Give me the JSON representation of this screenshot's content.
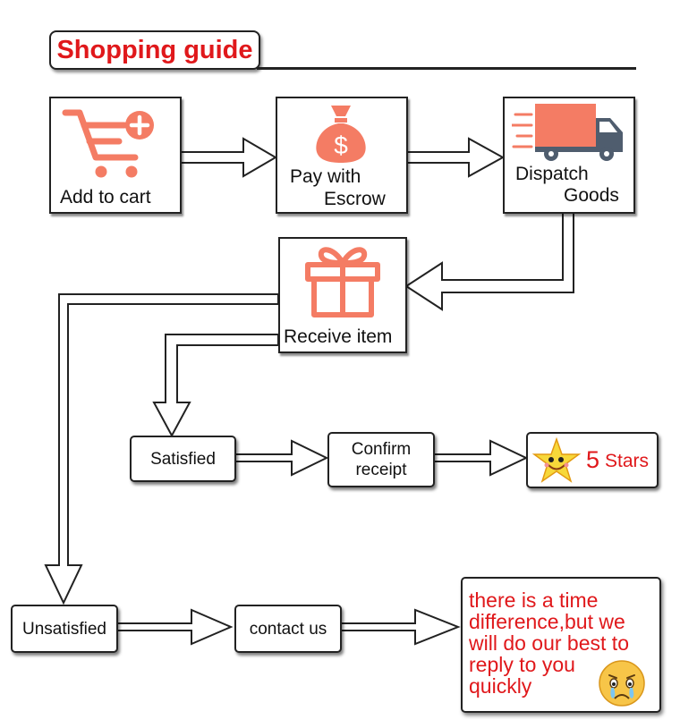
{
  "title": "Shopping guide",
  "steps": {
    "add_to_cart": "Add to cart",
    "pay_line1": "Pay with",
    "pay_line2": "Escrow",
    "dispatch_line1": "Dispatch",
    "dispatch_line2": "Goods",
    "receive": "Receive item"
  },
  "satisfied_path": {
    "satisfied": "Satisfied",
    "confirm_line1": "Confirm",
    "confirm_line2": "receipt",
    "stars_number": "5",
    "stars_word": "Stars"
  },
  "unsatisfied_path": {
    "unsatisfied": "Unsatisfied",
    "contact": "contact us",
    "note_lines": [
      "there is a time",
      "difference,but we",
      "will do our best to",
      "reply to you",
      "quickly"
    ]
  },
  "icons": [
    "cart-plus-icon",
    "money-bag-icon",
    "delivery-truck-icon",
    "gift-box-icon",
    "smiling-star-icon",
    "crying-face-icon"
  ],
  "colors": {
    "accent_red": "#e0181b",
    "icon_salmon": "#f47c64",
    "truck_body": "#4f5d6e"
  }
}
